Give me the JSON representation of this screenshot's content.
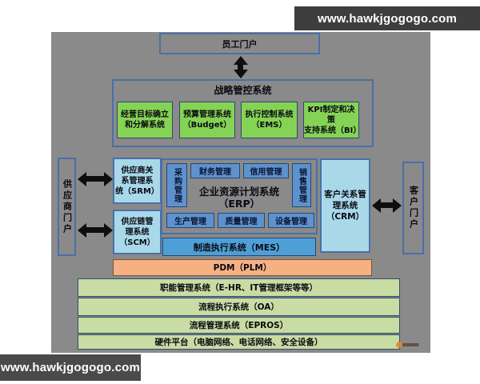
{
  "banners": {
    "top_right": "www.hawkjgogogo.com",
    "bottom_left": "www.hawkjgogogo.com"
  },
  "colors": {
    "canvas_gray": "#8a8a8a",
    "strategy_green": "#85d355",
    "light_blue": "#a9d8e9",
    "module_blue": "#5e92cf",
    "mes_blue": "#4f9fd7",
    "pdm_orange": "#f6b183",
    "layer_green": "#c9dca3",
    "border_blue": "#4a6fa8",
    "arrow_black": "#0e0e0e",
    "banner_dark": "#3e3e3e"
  },
  "diagram": {
    "employee_portal": {
      "label": "员工门户"
    },
    "strategy": {
      "title": "战略管控系统",
      "systems": [
        {
          "lines": [
            "经营目标确立",
            "和分解系统"
          ]
        },
        {
          "lines": [
            "预算管理系统",
            "（Budget）"
          ]
        },
        {
          "lines": [
            "执行控制系统",
            "（EMS）"
          ]
        },
        {
          "lines": [
            "KPI制定和决策",
            "支持系统（BI）"
          ]
        }
      ]
    },
    "supplier_portal": {
      "label": "供应商门户"
    },
    "customer_portal": {
      "label": "客户门户"
    },
    "srm": {
      "lines": [
        "供应商关",
        "系管理系",
        "统（SRM）"
      ]
    },
    "scm": {
      "lines": [
        "供应链管",
        "理系统",
        "（SCM）"
      ]
    },
    "crm": {
      "lines": [
        "客户关系管",
        "理系统",
        "（CRM）"
      ]
    },
    "erp": {
      "title_lines": [
        "企业资源计划系统",
        "（ERP）"
      ],
      "purchase": "采购管理",
      "finance": "财务管理",
      "credit": "信用管理",
      "sales": "销售管理",
      "production": "生产管理",
      "quality": "质量管理",
      "equipment": "设备管理"
    },
    "mes": {
      "label": "制造执行系统（MES）"
    },
    "pdm": {
      "label": "PDM（PLM）"
    },
    "layers": [
      {
        "label": "职能管理系统（E-HR、IT管理框架等等）"
      },
      {
        "label": "流程执行系统（OA）"
      },
      {
        "label": "流程管理系统（EPROS）"
      },
      {
        "label": "硬件平台（电脑网络、电话网络、安全设备）"
      }
    ]
  }
}
